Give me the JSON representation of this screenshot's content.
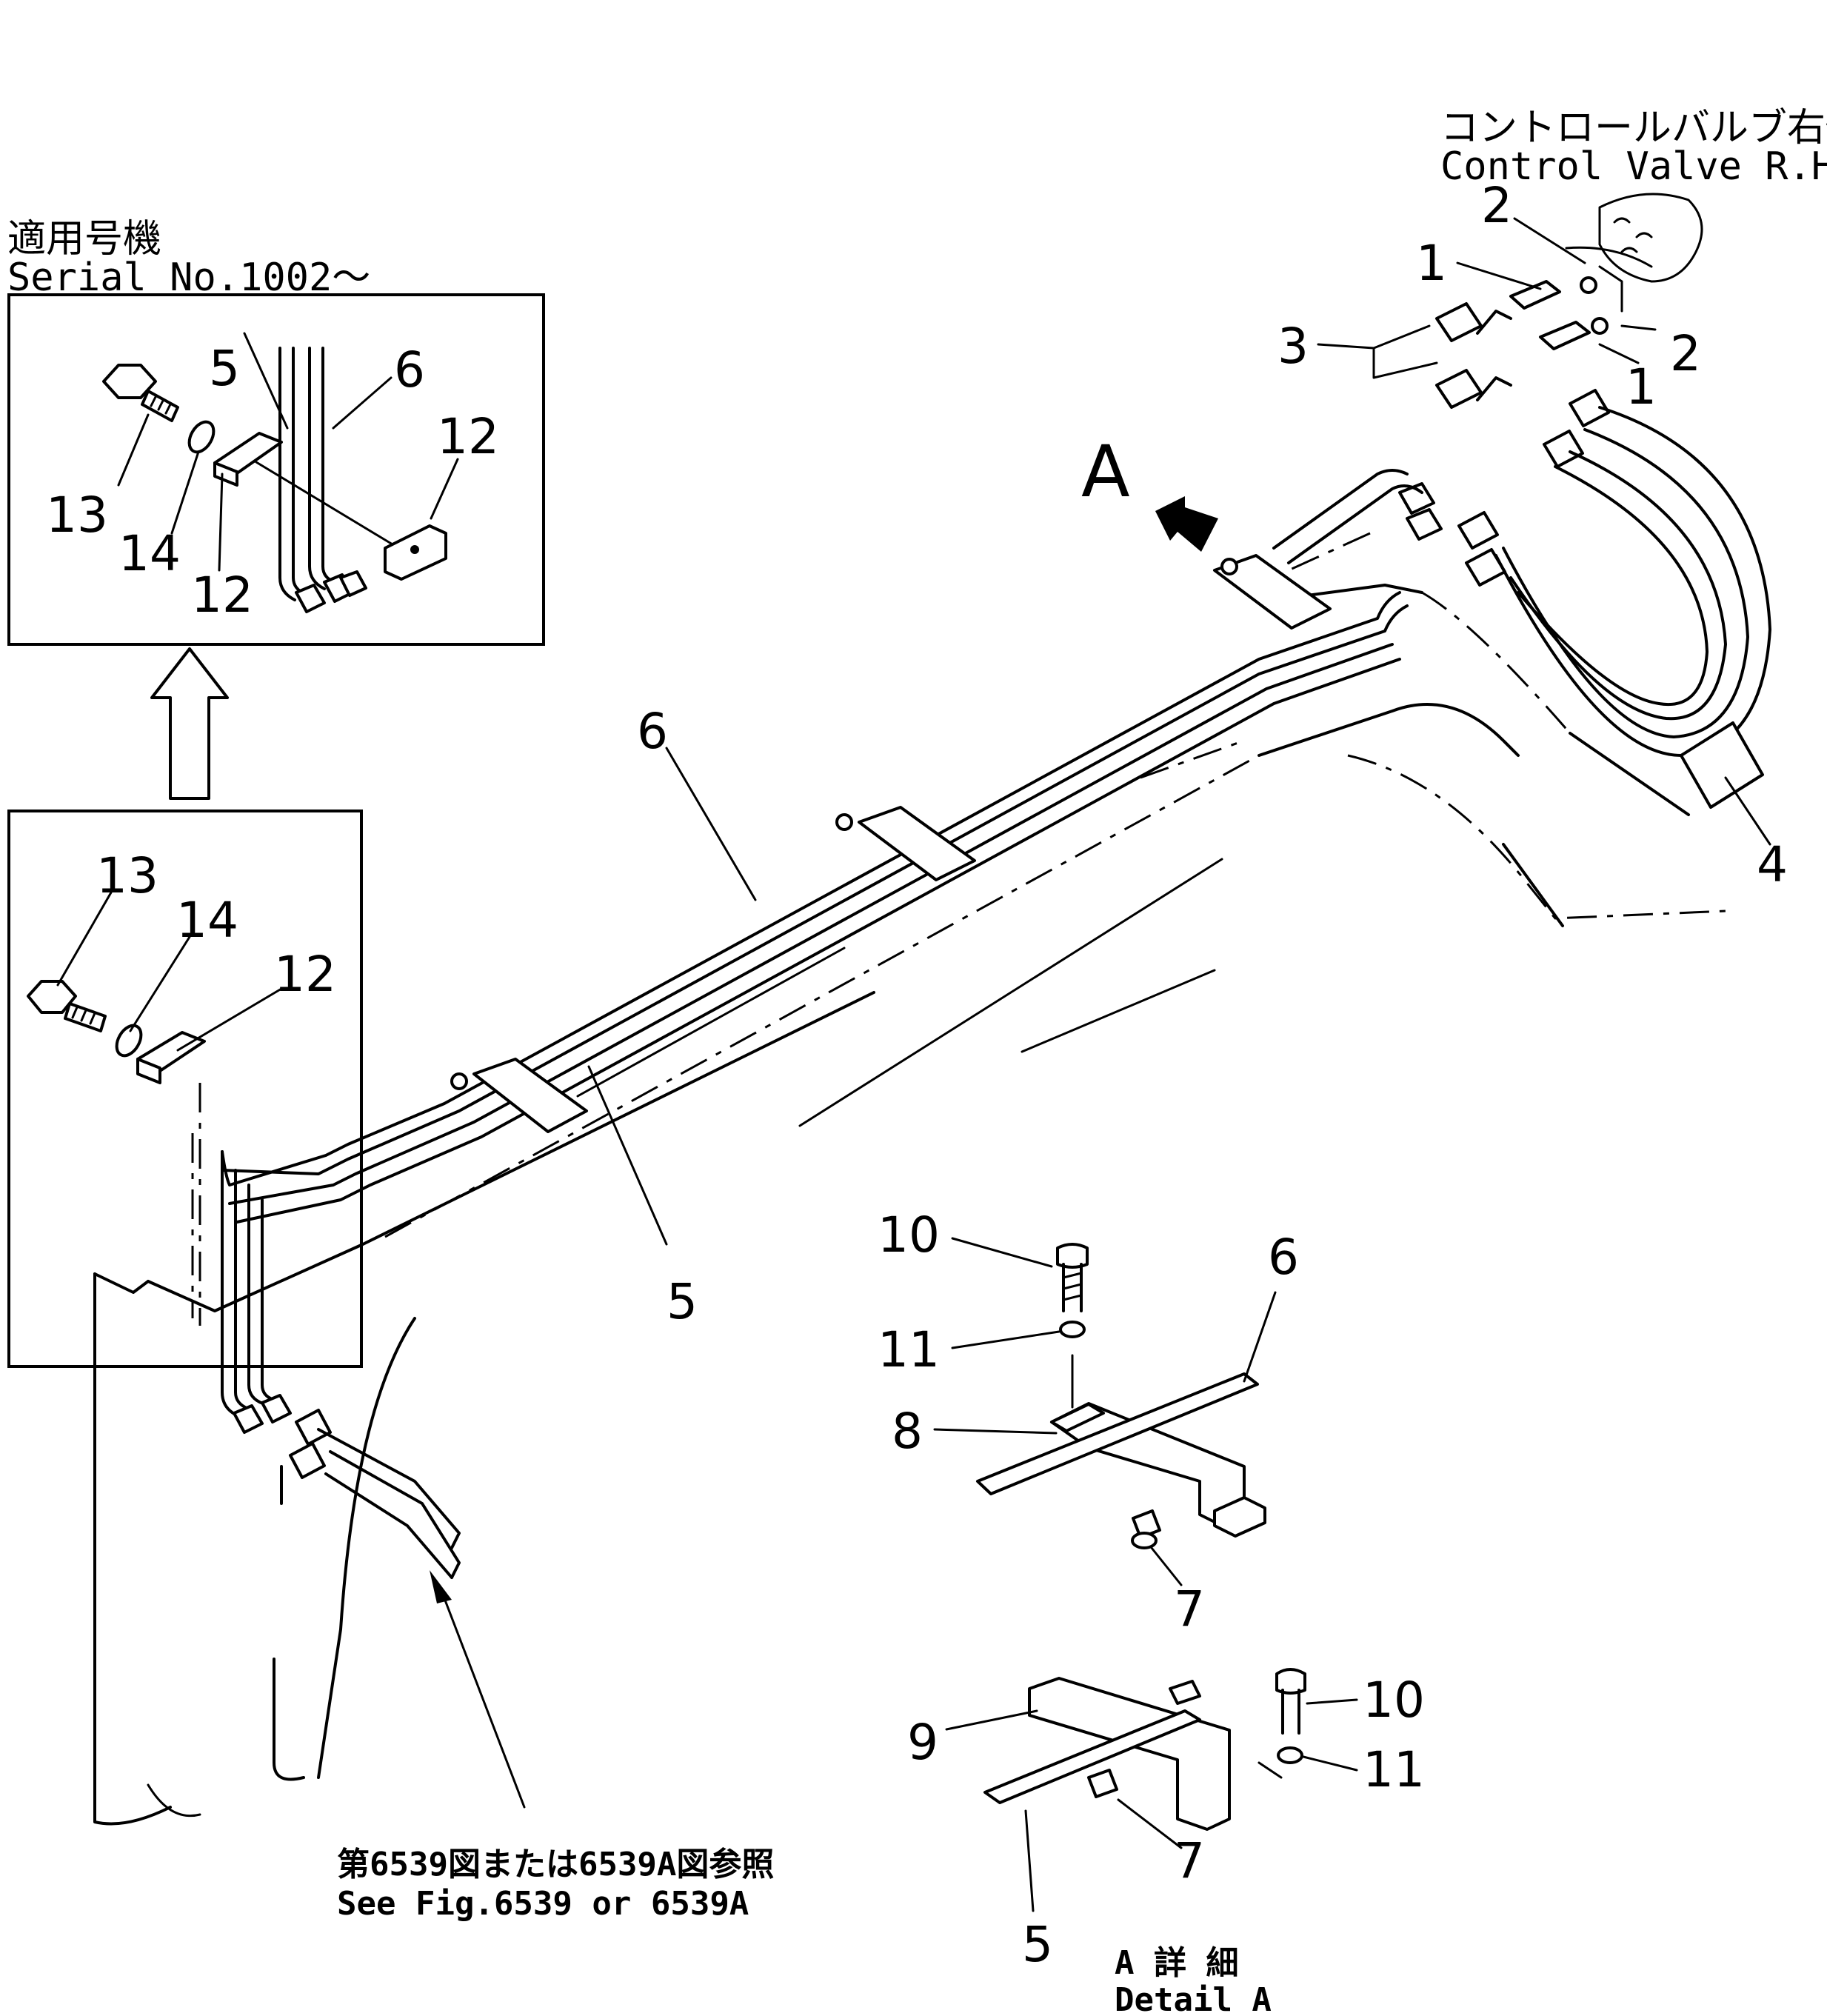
{
  "control_valve": {
    "jp": "コントロールバルブ右側",
    "en": "Control Valve R.H."
  },
  "serial": {
    "jp": "適用号機",
    "en": "Serial No.1002～"
  },
  "see_fig": {
    "jp": "第6539図または6539A図参照",
    "en": "See Fig.6539 or 6539A"
  },
  "detail": {
    "jp": "A 詳 細",
    "en": "Detail A"
  },
  "view_marker": "A",
  "callouts": {
    "c1a": "1",
    "c1b": "1",
    "c2a": "2",
    "c2b": "2",
    "c3": "3",
    "c4": "4",
    "c5_main": "5",
    "c6_main": "6",
    "top_box": {
      "c5": "5",
      "c6": "6",
      "c12a": "12",
      "c12b": "12",
      "c13": "13",
      "c14": "14"
    },
    "lower_box": {
      "c13": "13",
      "c14": "14",
      "c12": "12"
    },
    "detail_upper": {
      "c10": "10",
      "c11": "11",
      "c8": "8",
      "c6": "6",
      "c7": "7"
    },
    "detail_lower": {
      "c9": "9",
      "c10": "10",
      "c11": "11",
      "c7": "7",
      "c5": "5"
    }
  }
}
